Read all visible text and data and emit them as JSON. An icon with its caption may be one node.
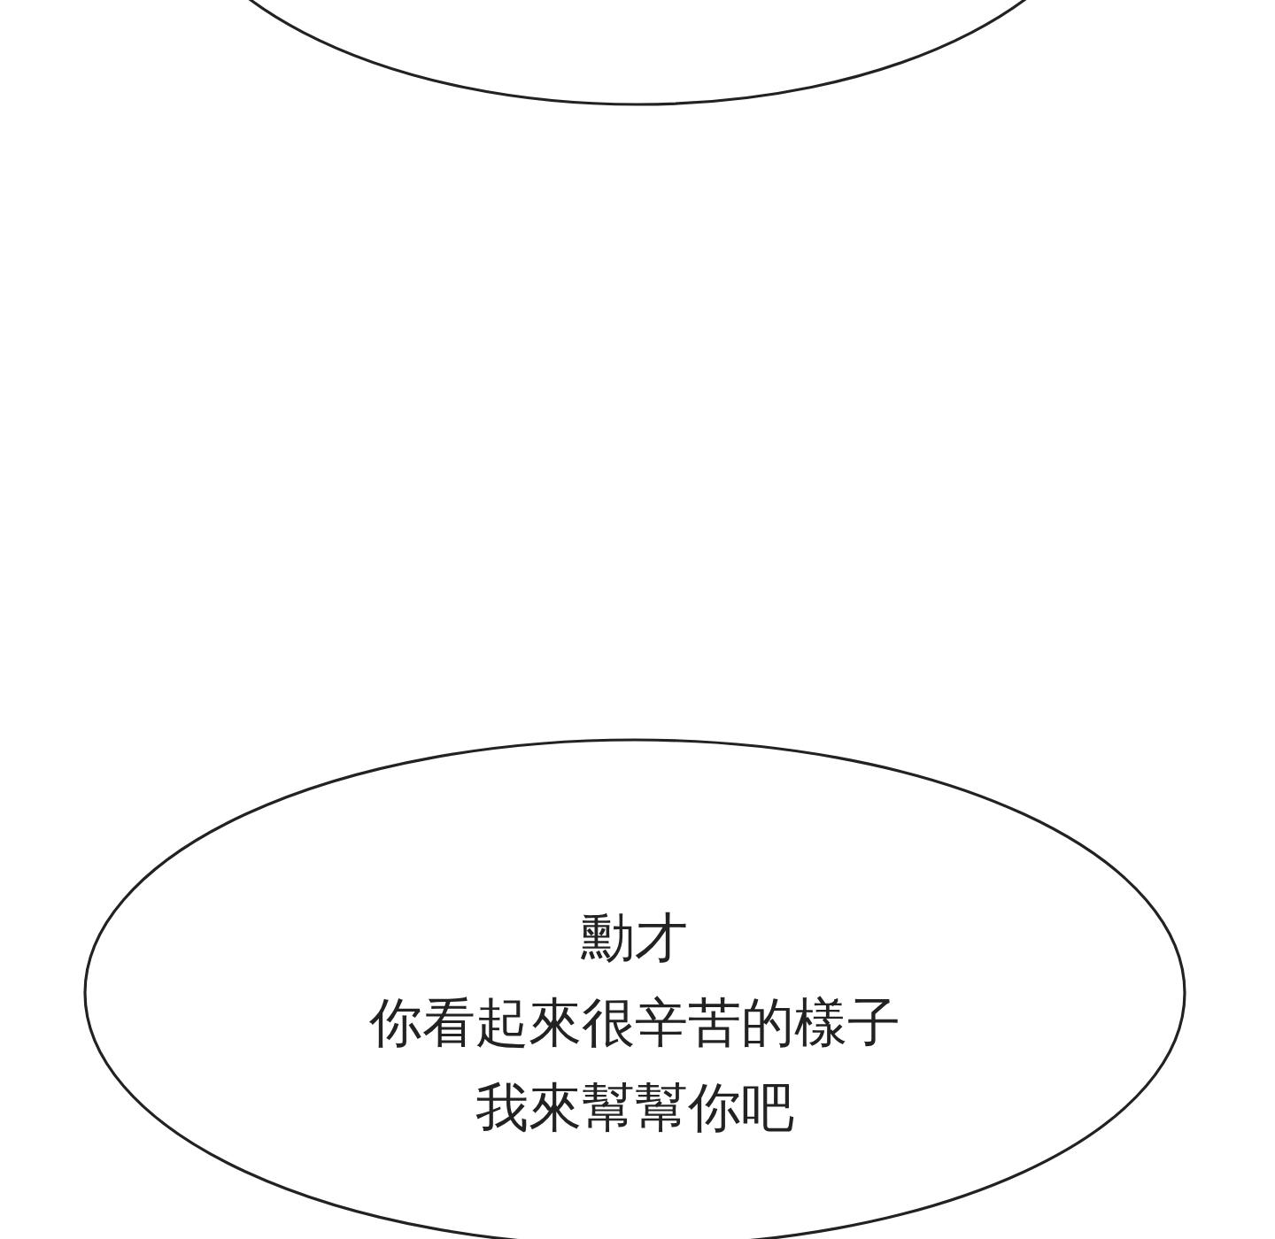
{
  "diagram": {
    "nodes": [
      {
        "text": [],
        "shape": "circle"
      },
      {
        "text": [
          "勳才",
          "你看起來很辛苦的樣子",
          "我來幫幫你吧"
        ]
      }
    ]
  }
}
